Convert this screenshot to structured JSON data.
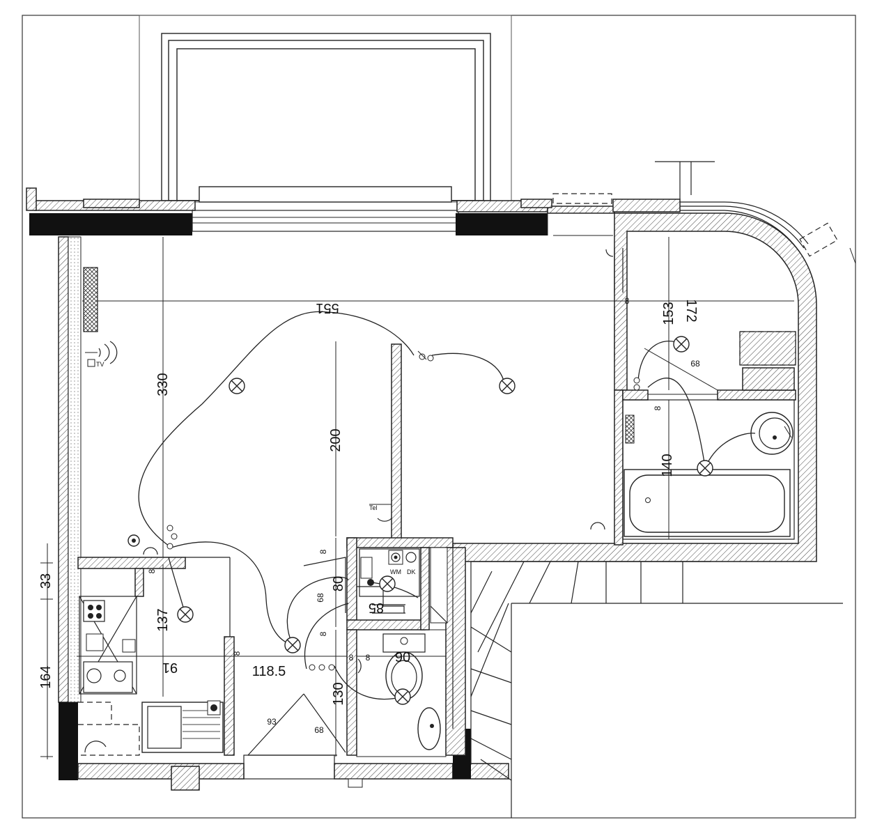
{
  "dimensions": {
    "d551": "551",
    "d172": "172",
    "d153": "153",
    "d330": "330",
    "d200": "200",
    "d137": "137",
    "d164": "164",
    "d33": "33",
    "d91": "91",
    "d118_5": "118.5",
    "d80": "80",
    "d130": "130",
    "d140": "140",
    "d90": "90",
    "d93": "93",
    "d68a": "68",
    "d68b": "68",
    "d68c": "68",
    "d85": "85",
    "d8a": "8",
    "d8b": "8",
    "d8c": "8",
    "d8d": "8",
    "d8e": "8",
    "d8f": "8",
    "d8g": "8",
    "d8h": "8"
  },
  "labels": {
    "tv": "TV",
    "tel": "Tel",
    "wm": "WM",
    "dk": "DK"
  }
}
